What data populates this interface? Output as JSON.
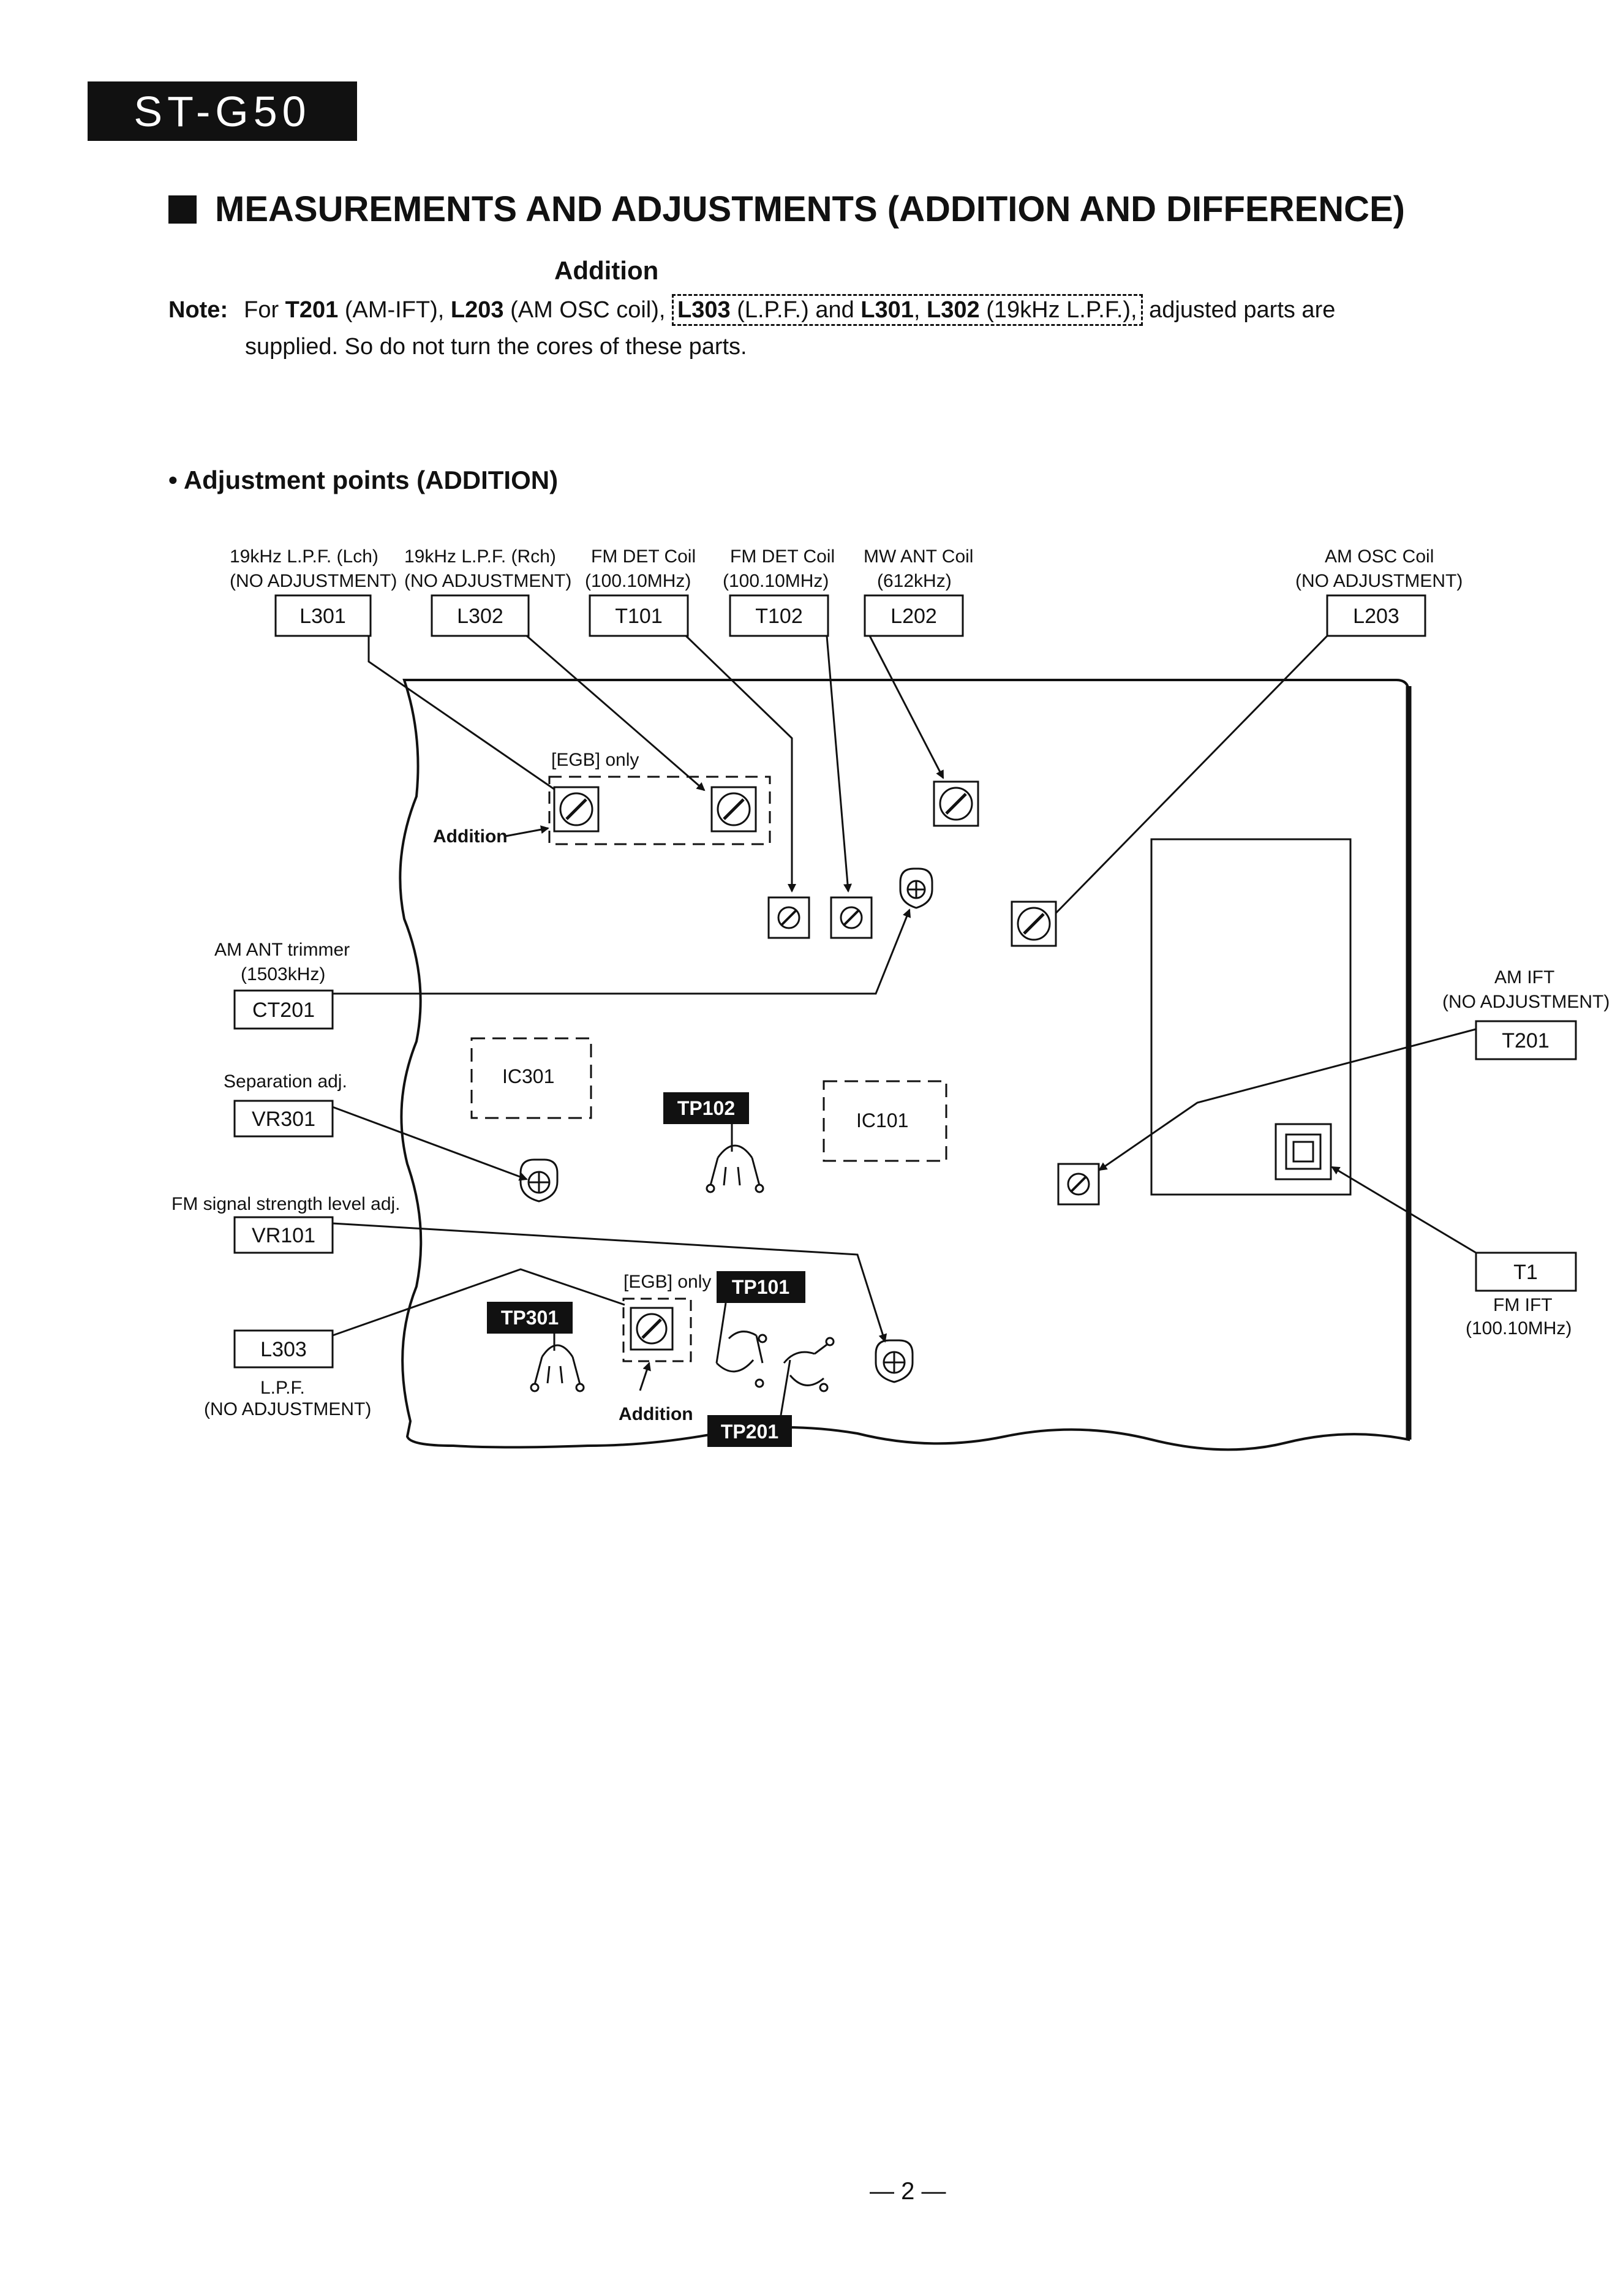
{
  "model": "ST-G50",
  "heading": "MEASUREMENTS AND ADJUSTMENTS (ADDITION AND DIFFERENCE)",
  "addition_top": "Addition",
  "note": {
    "label": "Note:",
    "p1": "For ",
    "t201": "T201",
    "p2": " (AM-IFT), ",
    "l203": "L203",
    "p3": " (AM OSC coil), ",
    "l303": "L303",
    "p4": " (L.P.F.) and ",
    "l301": "L301",
    "p5": ", ",
    "l302": "L302",
    "p6": " (19kHz L.P.F.),",
    "p7": " adjusted parts are",
    "line2": "supplied.   So do not turn the cores of these parts."
  },
  "subtitle": "• Adjustment points (ADDITION)",
  "labels": {
    "l301_desc1": "19kHz L.P.F. (Lch)",
    "l301_desc2": "(NO ADJUSTMENT)",
    "l301": "L301",
    "l302_desc1": "19kHz L.P.F. (Rch)",
    "l302_desc2": "(NO ADJUSTMENT)",
    "l302": "L302",
    "t101_desc1": "FM DET Coil",
    "t101_desc2": "(100.10MHz)",
    "t101": "T101",
    "t102_desc1": "FM DET Coil",
    "t102_desc2": "(100.10MHz)",
    "t102": "T102",
    "l202_desc1": "MW ANT Coil",
    "l202_desc2": "(612kHz)",
    "l202": "L202",
    "l203_desc1": "AM OSC Coil",
    "l203_desc2": "(NO ADJUSTMENT)",
    "l203": "L203",
    "ct201_desc1": "AM ANT trimmer",
    "ct201_desc2": "(1503kHz)",
    "ct201": "CT201",
    "vr301_desc": "Separation adj.",
    "vr301": "VR301",
    "vr101_desc": "FM signal strength level adj.",
    "vr101": "VR101",
    "l303": "L303",
    "l303_desc1": "L.P.F.",
    "l303_desc2": "(NO ADJUSTMENT)",
    "t201_desc1": "AM IFT",
    "t201_desc2": "(NO ADJUSTMENT)",
    "t201": "T201",
    "t1": "T1",
    "t1_desc1": "FM IFT",
    "t1_desc2": "(100.10MHz)",
    "egb_only_1": "[EGB] only",
    "egb_only_2": "[EGB] only",
    "addition_1": "Addition",
    "addition_2": "Addition",
    "ic301": "IC301",
    "ic101": "IC101",
    "tp102": "TP102",
    "tp101": "TP101",
    "tp301": "TP301",
    "tp201": "TP201"
  },
  "page_number": "— 2 —"
}
